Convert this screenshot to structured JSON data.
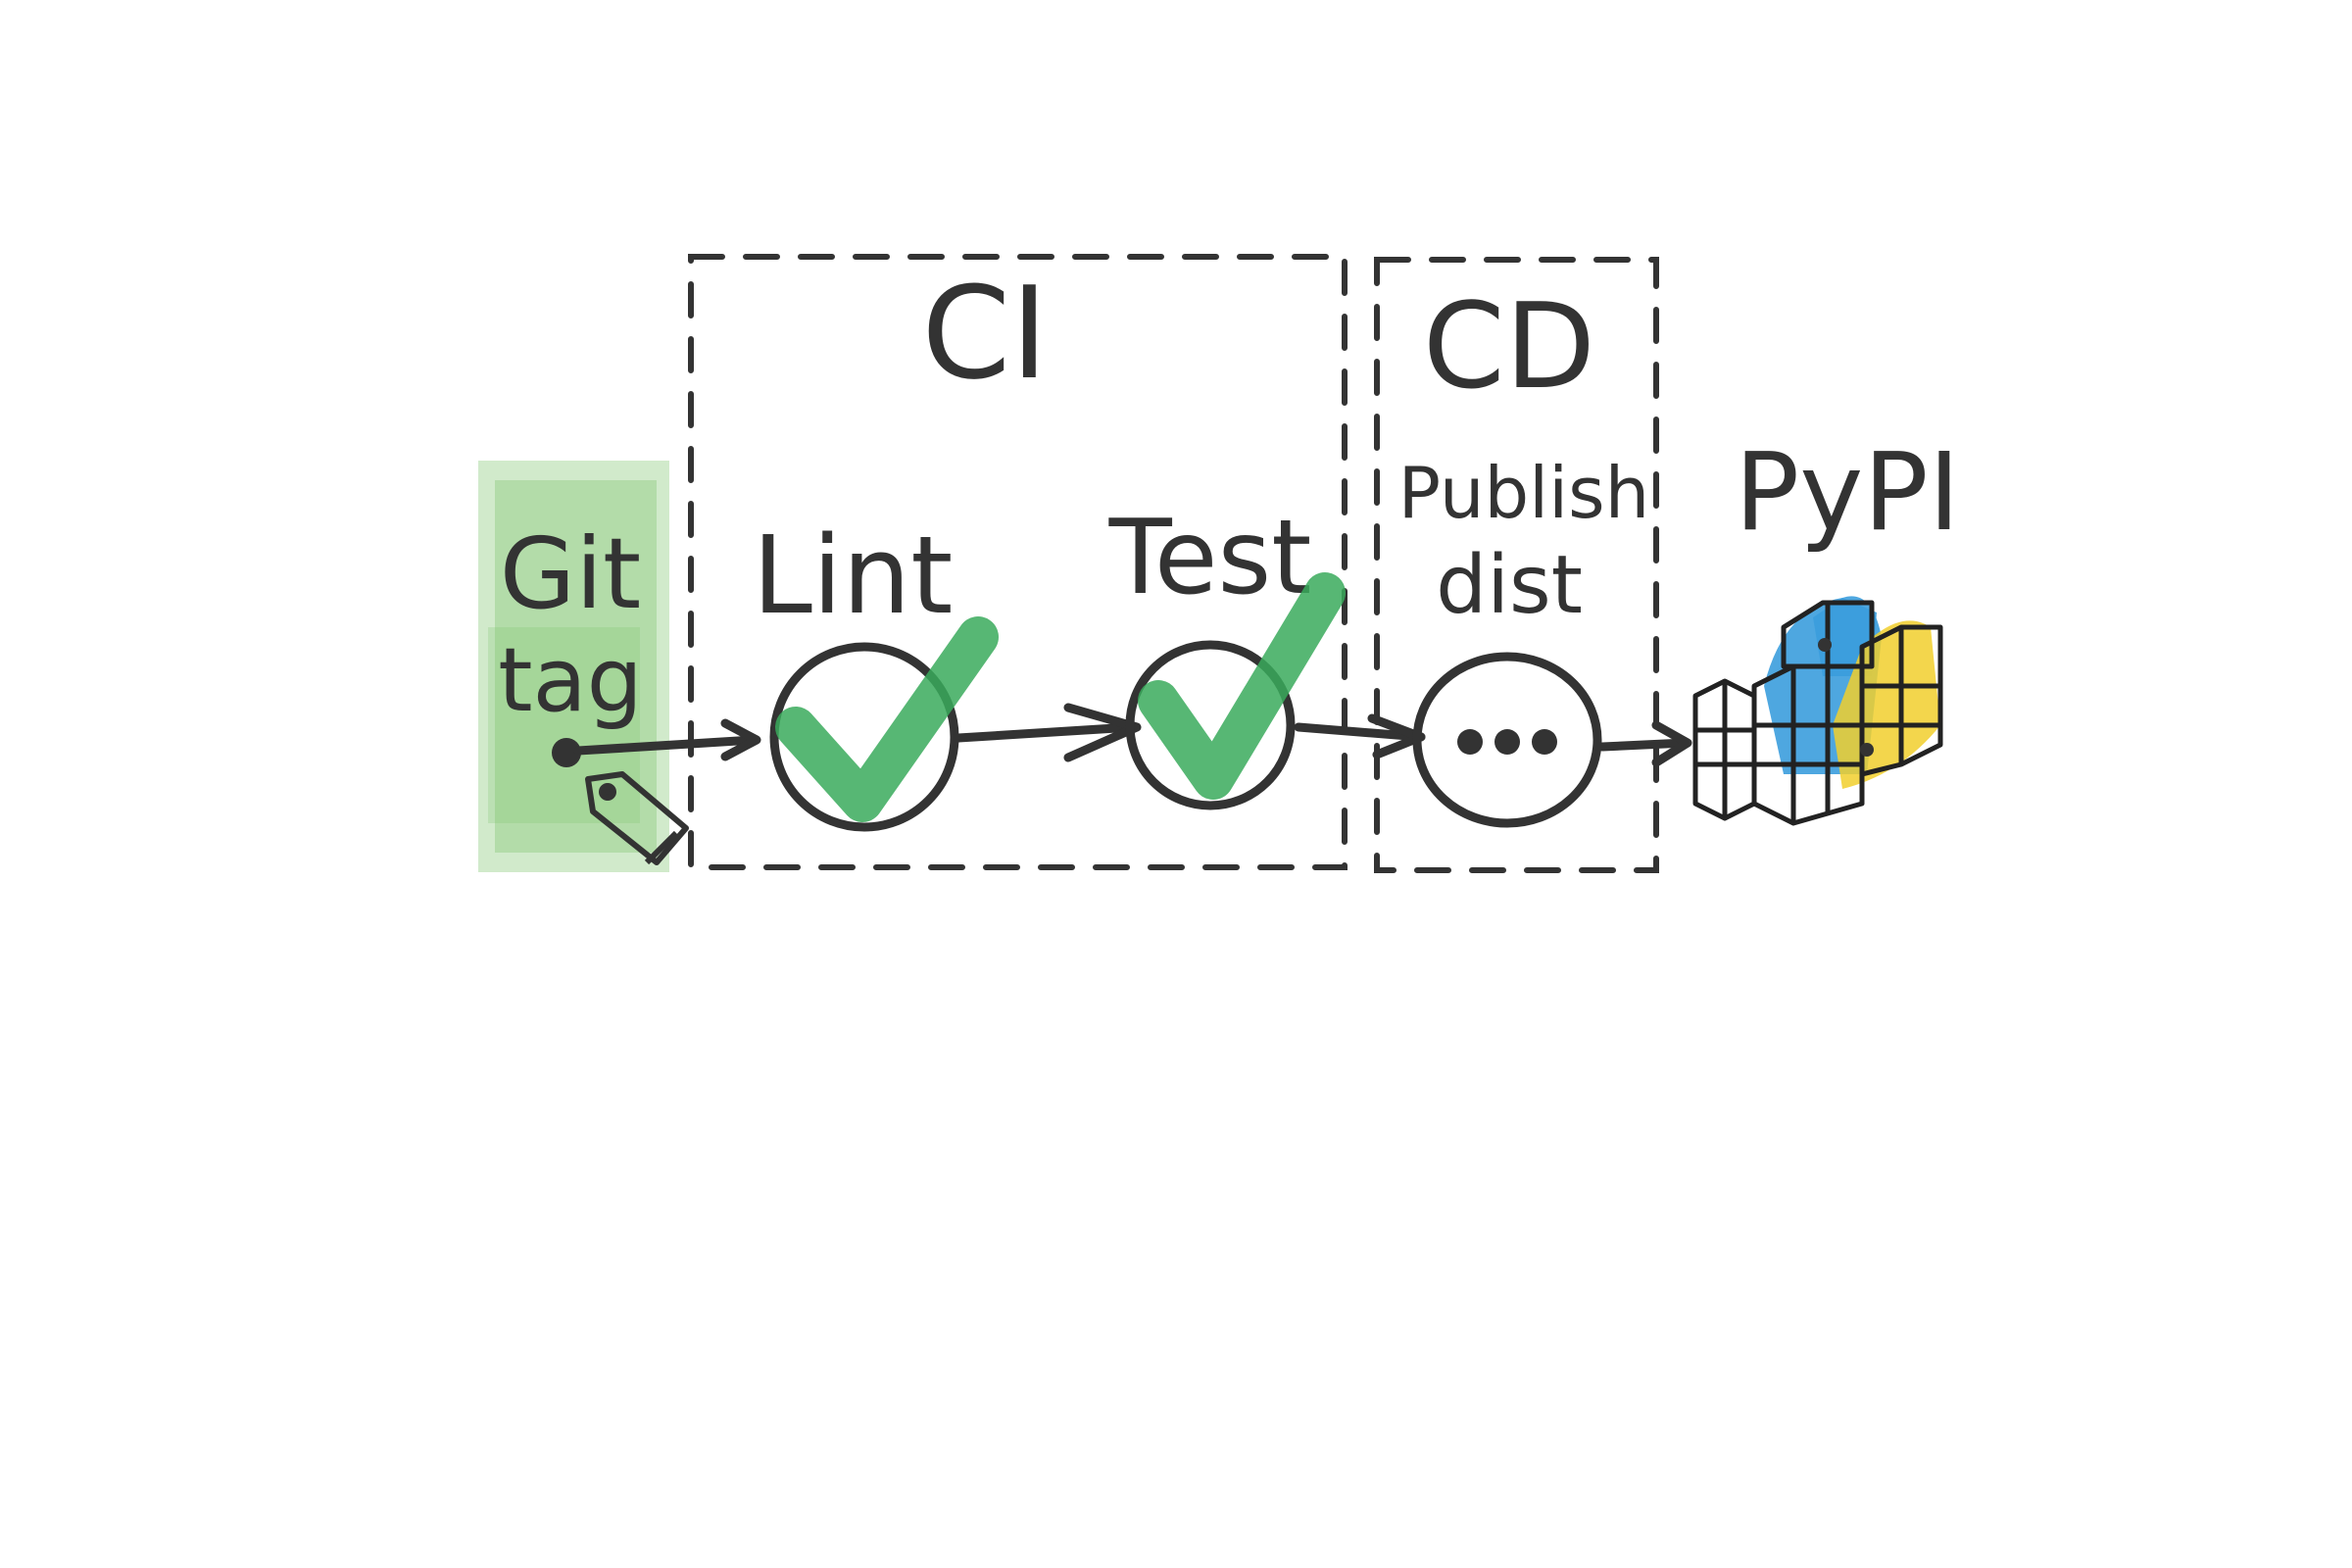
{
  "diagram": {
    "sections": {
      "ci": "CI",
      "cd": "CD"
    },
    "source": {
      "line1": "Git",
      "line2": "tag"
    },
    "steps": {
      "lint": "Lint",
      "test": "Test",
      "publish_line1": "Publish",
      "publish_line2": "dist"
    },
    "target": {
      "label": "PyPI"
    },
    "status": {
      "lint": "passed",
      "test": "passed",
      "publish": "in-progress"
    },
    "icons": {
      "tag": "tag-icon",
      "check": "check-icon",
      "ellipsis": "ellipsis-icon",
      "pypi": "pypi-logo"
    },
    "colors": {
      "ink": "#333333",
      "highlight": "#7cc36b",
      "check": "#3aaa5c",
      "python_blue": "#3b9ddd",
      "python_yellow": "#f1cf2d"
    }
  }
}
